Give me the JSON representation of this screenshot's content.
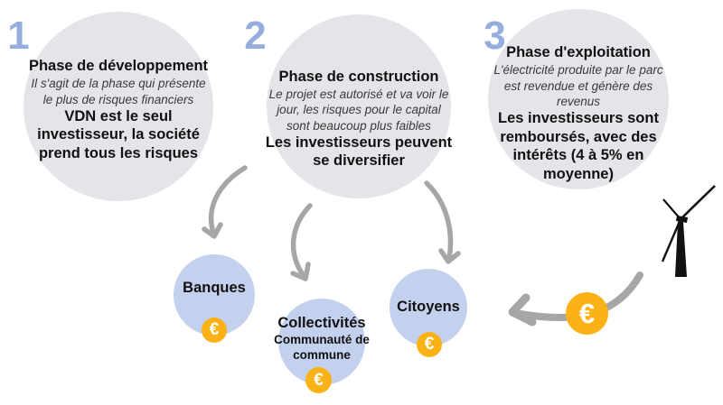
{
  "phases": [
    {
      "number": "1",
      "title": "Phase de développement",
      "subtitle": "Il s'agit de la phase qui présente\nle plus de risques financiers",
      "detail": "VDN est le seul\ninvestisseur, la société\nprend tous les risques"
    },
    {
      "number": "2",
      "title": "Phase de construction",
      "subtitle": "Le projet est autorisé et va voir le\njour, les risques pour le capital\nsont beaucoup plus faibles",
      "detail": "Les investisseurs peuvent\nse diversifier"
    },
    {
      "number": "3",
      "title": "Phase d'exploitation",
      "subtitle": "L'électricité produite par le parc\nest revendue et génère des\nrevenus",
      "detail": "Les investisseurs sont\nremboursés, avec des\nintérêts (4 à 5% en\nmoyenne)"
    }
  ],
  "investors": [
    {
      "name": "Banques",
      "subname": ""
    },
    {
      "name": "Collectivités",
      "subname": "Communauté de\ncommune"
    },
    {
      "name": "Citoyens",
      "subname": ""
    }
  ],
  "euro_symbol": "€",
  "icons": {
    "wind_turbine": "wind-turbine-icon",
    "euro_coin": "euro-coin-icon"
  },
  "colors": {
    "phase_circle_fill": "#e3e5e8",
    "investor_circle_fill": "#c3d1ee",
    "phase_number": "#96aedd",
    "coin_fill": "#fbb216",
    "coin_symbol": "#ffffff",
    "arrow": "#a6a6a6",
    "turbine": "#111111",
    "title_text": "#111111",
    "subtitle_text": "#3a3a3a"
  }
}
